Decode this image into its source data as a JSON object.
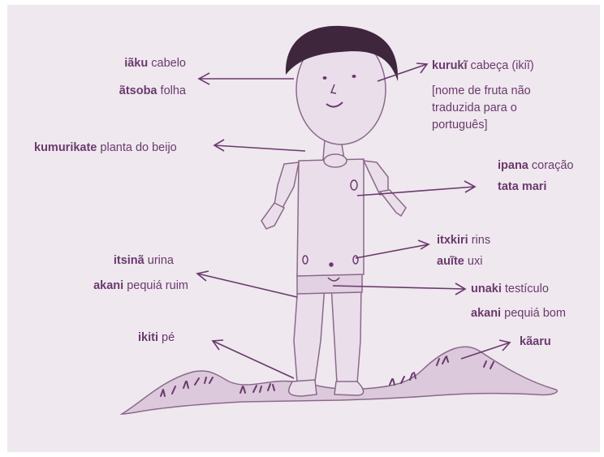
{
  "colors": {
    "background": "#efe8ef",
    "text": "#6a3a6c",
    "sketch": "#8a6a8a",
    "hair": "#3e263d"
  },
  "labels": [
    {
      "id": "iaku",
      "term": "iãku",
      "gloss": "cabelo"
    },
    {
      "id": "atsoba",
      "term": "ãtsoba",
      "gloss": "folha"
    },
    {
      "id": "kuruki",
      "term": "kurukĩ",
      "gloss": "cabeça (ikiĩ)"
    },
    {
      "id": "kuruki-note-1",
      "term": "",
      "gloss": "[nome de fruta não"
    },
    {
      "id": "kuruki-note-2",
      "term": "",
      "gloss": "traduzida para o"
    },
    {
      "id": "kuruki-note-3",
      "term": "",
      "gloss": "português]"
    },
    {
      "id": "kumurikate",
      "term": "kumurikate",
      "gloss": "planta do beijo"
    },
    {
      "id": "ipana",
      "term": "ipana",
      "gloss": "coração"
    },
    {
      "id": "tata-mari",
      "term": "tata mari",
      "gloss": ""
    },
    {
      "id": "itxkiri",
      "term": "itxkiri",
      "gloss": "rins"
    },
    {
      "id": "auite",
      "term": "auĩte",
      "gloss": "uxi"
    },
    {
      "id": "itsina",
      "term": "itsinã",
      "gloss": "urina"
    },
    {
      "id": "akani-ruim",
      "term": "akani",
      "gloss": "pequiá ruim"
    },
    {
      "id": "unaki",
      "term": "unaki",
      "gloss": "testículo"
    },
    {
      "id": "akani-bom",
      "term": "akani",
      "gloss": "pequiá bom"
    },
    {
      "id": "ikiti",
      "term": "ikiti",
      "gloss": "pé"
    },
    {
      "id": "kaaru",
      "term": "kãaru",
      "gloss": ""
    }
  ]
}
